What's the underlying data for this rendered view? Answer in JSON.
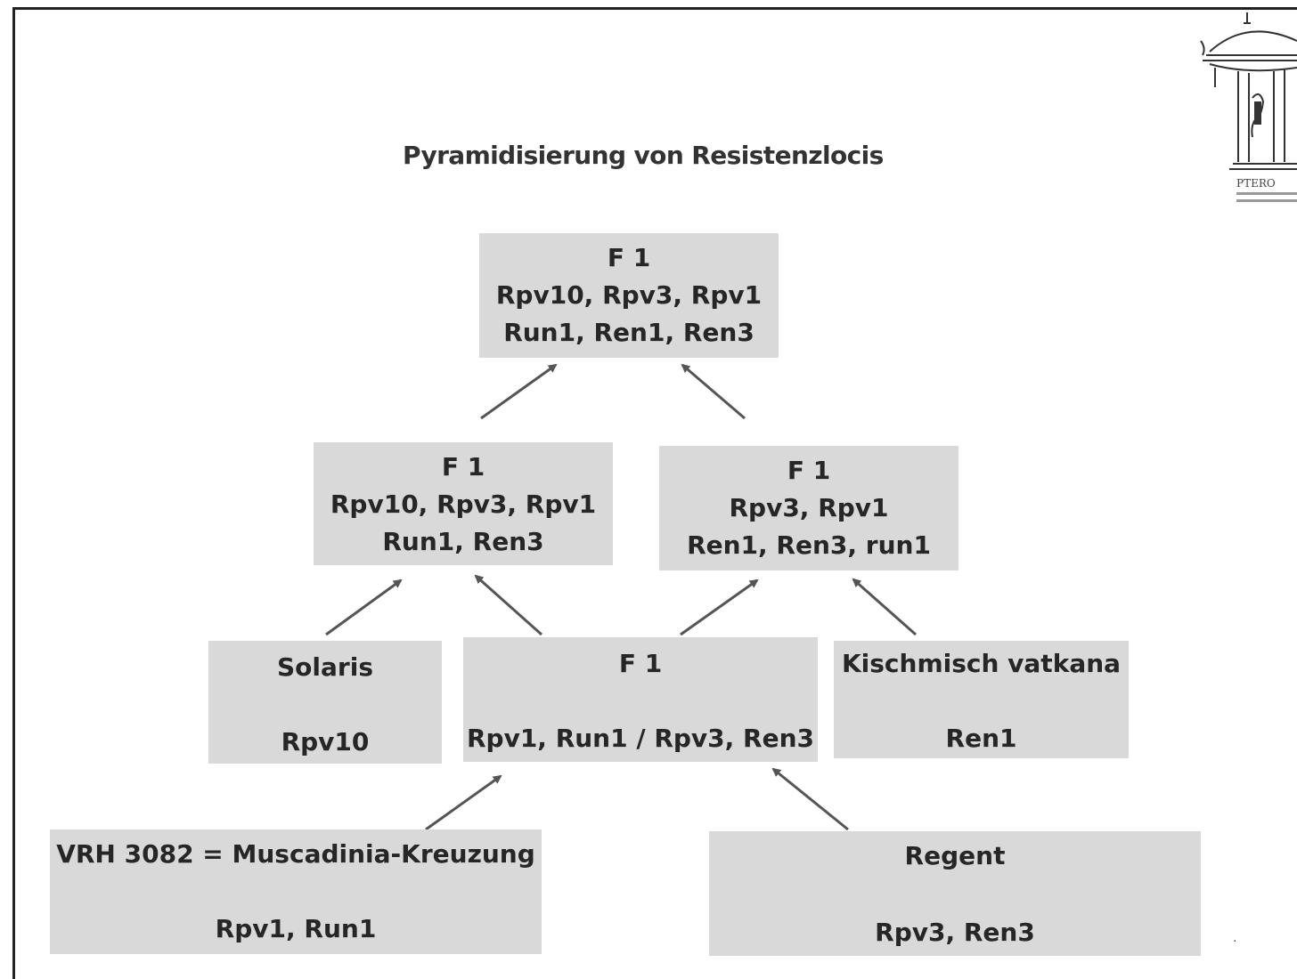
{
  "title": "Pyramidisierung von Resistenzlocis",
  "boxes": {
    "top": {
      "heading": "F 1",
      "line1": "Rpv10, Rpv3, Rpv1",
      "line2": "Run1, Ren1, Ren3"
    },
    "mid_left": {
      "heading": "F 1",
      "line1": "Rpv10, Rpv3, Rpv1",
      "line2": "Run1, Ren3"
    },
    "mid_right": {
      "heading": "F 1",
      "line1": "Rpv3, Rpv1",
      "line2": "Ren1, Ren3, run1"
    },
    "solaris": {
      "name": "Solaris",
      "loci": "Rpv10"
    },
    "f1_center": {
      "name": "F 1",
      "loci": "Rpv1, Run1 / Rpv3, Ren3"
    },
    "kischmisch": {
      "name": "Kischmisch vatkana",
      "loci": "Ren1"
    },
    "vrh": {
      "name": "VRH 3082 = Muscadinia-Kreuzung",
      "loci": "Rpv1, Run1"
    },
    "regent": {
      "name": "Regent",
      "loci": "Rpv3, Ren3"
    }
  },
  "logo": {
    "icon": "temple-logo-icon",
    "text": "PTERO"
  },
  "page_mark": "·",
  "colors": {
    "box_fill": "#d9d9d9",
    "text": "#262626",
    "arrow": "#555555"
  }
}
